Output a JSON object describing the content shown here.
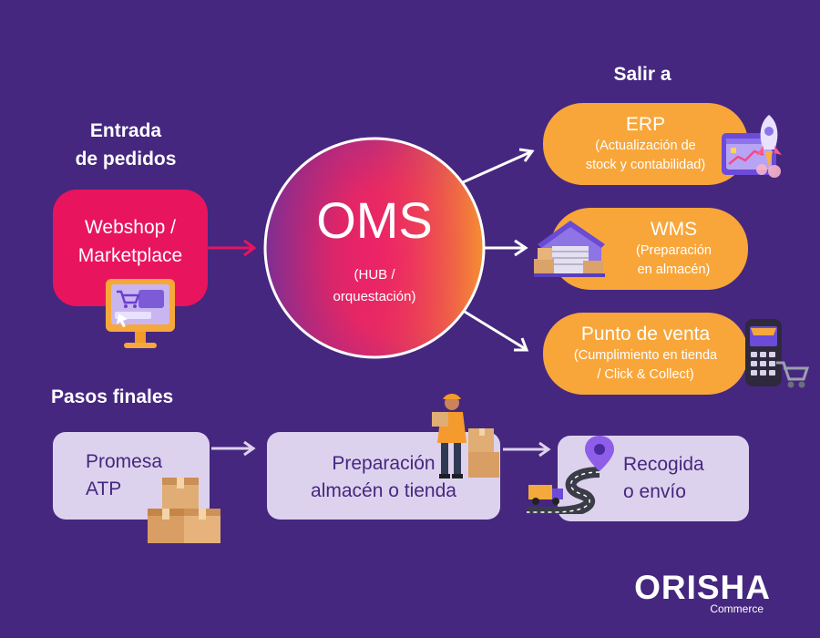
{
  "entrada": {
    "heading_line1": "Entrada",
    "heading_line2": "de pedidos",
    "webshop_line1": "Webshop /",
    "webshop_line2": "Marketplace"
  },
  "oms": {
    "title": "OMS",
    "subtitle_line1": "(HUB /",
    "subtitle_line2": "orquestación)"
  },
  "salir": {
    "heading": "Salir a",
    "erp": {
      "title": "ERP",
      "line1": "(Actualización de",
      "line2": "stock y contabilidad)"
    },
    "wms": {
      "title": "WMS",
      "line1": "(Preparación",
      "line2": "en almacén)"
    },
    "pos": {
      "title": "Punto de venta",
      "line1": "(Cumplimiento en tienda",
      "line2": "/ Click & Collect)"
    }
  },
  "pasos": {
    "heading": "Pasos finales",
    "step1_line1": "Promesa",
    "step1_line2": "ATP",
    "step2_line1": "Preparación",
    "step2_line2": "almacén o tienda",
    "step3_line1": "Recogida",
    "step3_line2": "o envío"
  },
  "brand": {
    "name": "ORISHA",
    "sub": "Commerce"
  },
  "colors": {
    "background": "#45277f",
    "magenta": "#e8145e",
    "orange": "#f8a63a",
    "lavender": "#ddd2ee"
  },
  "icons": [
    "computer-cart-icon",
    "rocket-dashboard-icon",
    "warehouse-icon",
    "pos-terminal-cart-icon",
    "boxes-icon",
    "delivery-person-icon",
    "road-truck-pin-icon"
  ]
}
